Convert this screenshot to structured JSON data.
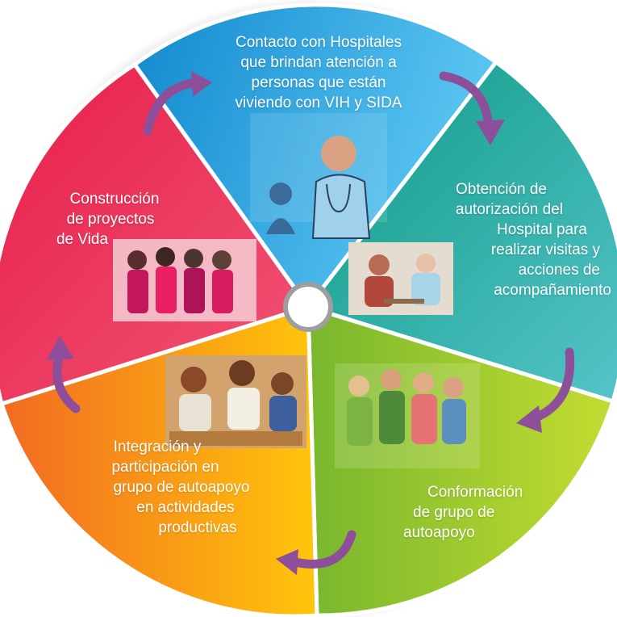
{
  "steps": [
    {
      "id": "contacto",
      "lines": [
        "Contacto con Hospitales",
        "que brindan atención a",
        "personas que están",
        "viviendo con VIH y SIDA"
      ],
      "color": "#1ea7e1",
      "color_light": "#4fc3f0",
      "photo": "doctor-with-patient-illustration"
    },
    {
      "id": "obtencion",
      "lines": [
        "Obtención de",
        "autorización del",
        "Hospital para",
        "realizar visitas y",
        "acciones de",
        "acompañamiento"
      ],
      "color": "#1fa696",
      "color_light": "#48c3b4",
      "photo": "consultation-illustration"
    },
    {
      "id": "conformacion",
      "lines": [
        "Conformación",
        "de grupo de",
        "autoapoyo"
      ],
      "color": "#8cc63f",
      "color_light": "#b5d735",
      "photo": "group-of-people-illustration"
    },
    {
      "id": "integracion",
      "lines": [
        "Integración y",
        "participación en",
        "grupo de autoapoyo",
        "en actividades",
        "productivas"
      ],
      "color": "#f7941d",
      "color_light": "#ffc20e",
      "photo": "group-activity-photo"
    },
    {
      "id": "construccion",
      "lines": [
        "Construcción",
        "de proyectos",
        "de Vida"
      ],
      "color": "#e8254c",
      "color_light": "#ed5a7a",
      "photo": "group-photo"
    }
  ],
  "arrow_color": "#8e4f9a",
  "arrow_icons": [
    "curved-arrow-icon"
  ]
}
